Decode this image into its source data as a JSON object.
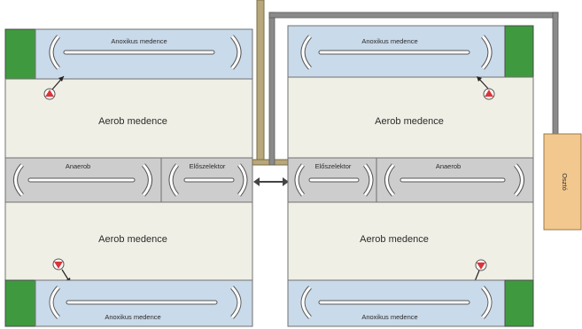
{
  "labels": {
    "anoxikus": "Anoxikus medence",
    "aerob": "Aerob medence",
    "anaerob": "Anaerob",
    "elofelektor": "Előszelektor",
    "osztaly_block": "Osztó"
  },
  "colors": {
    "anoxic_fill": "#c9daea",
    "aerob_fill": "#f0efe6",
    "anaerob_fill": "#cdcdcd",
    "green_fill": "#3f9a3f",
    "pipe": "#8a8a8a",
    "pipe_tan": "#b8a77a",
    "side_box": "#f3c88f",
    "pump_red": "#d9363a",
    "border": "#707070"
  }
}
